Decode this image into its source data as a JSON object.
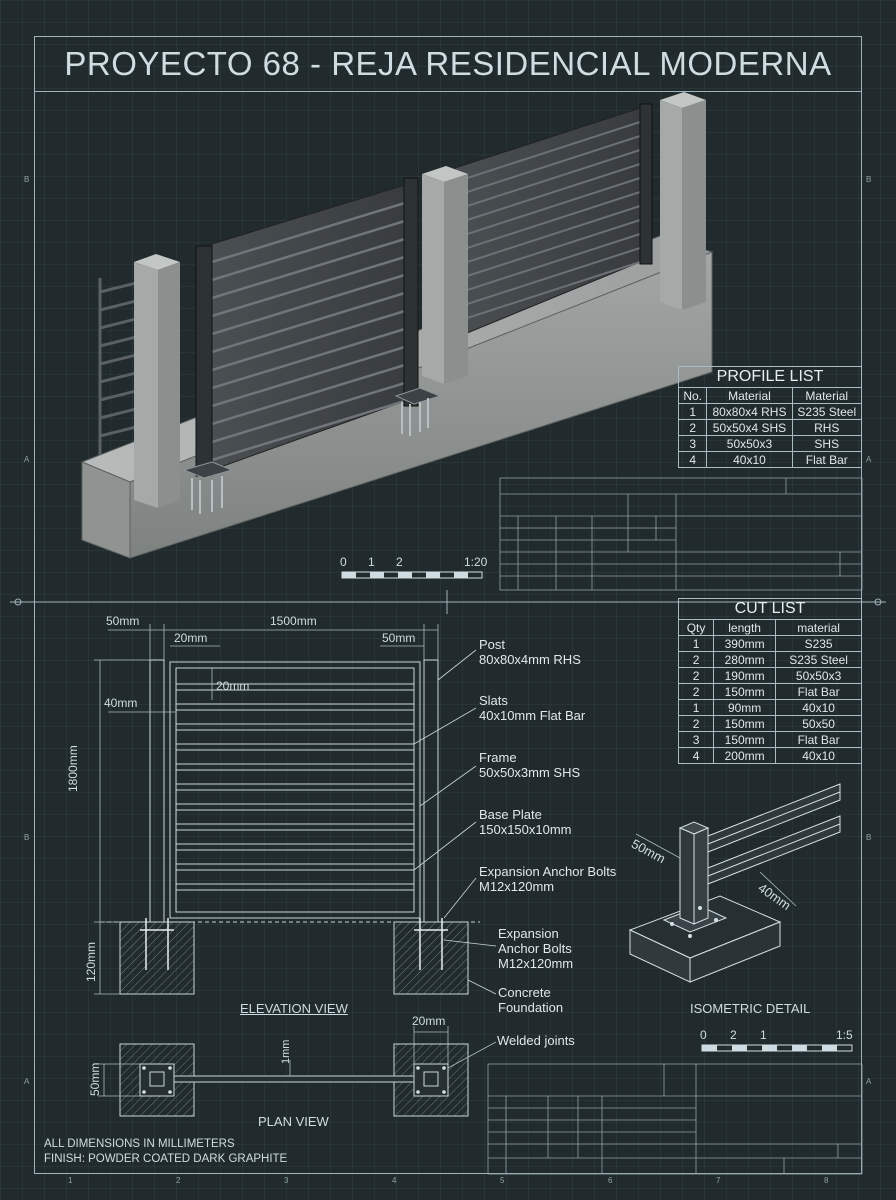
{
  "title": "PROYECTO 68 - REJA RESIDENCIAL MODERNA",
  "profile_list": {
    "title": "PROFILE LIST",
    "headers": [
      "No.",
      "Material",
      "Material"
    ],
    "rows": [
      [
        "1",
        "80x80x4 RHS",
        "S235 Steel"
      ],
      [
        "2",
        "50x50x4 SHS",
        "RHS"
      ],
      [
        "3",
        "50x50x3",
        "SHS"
      ],
      [
        "4",
        "40x10",
        "Flat Bar"
      ]
    ]
  },
  "cut_list": {
    "title": "CUT LIST",
    "headers": [
      "Qty",
      "length",
      "material"
    ],
    "rows": [
      [
        "1",
        "390mm",
        "S235"
      ],
      [
        "2",
        "280mm",
        "S235 Steel"
      ],
      [
        "2",
        "190mm",
        "50x50x3"
      ],
      [
        "2",
        "150mm",
        "Flat Bar"
      ],
      [
        "1",
        "90mm",
        "40x10"
      ],
      [
        "2",
        "150mm",
        "50x50"
      ],
      [
        "3",
        "150mm",
        "Flat Bar"
      ],
      [
        "4",
        "200mm",
        "40x10"
      ]
    ]
  },
  "scale_top": {
    "ticks": [
      "0",
      "1",
      "2"
    ],
    "ratio": "1:20"
  },
  "scale_detail": {
    "ticks": [
      "0",
      "2",
      "1"
    ],
    "ratio": "1:5"
  },
  "dimensions": {
    "post_width": "50mm",
    "total_width": "1500mm",
    "inner_gap": "20mm",
    "frame_width": "50mm",
    "slat_gap": "20mm",
    "slat_offset": "40mm",
    "height": "1800mm",
    "foundation_depth": "120mm",
    "plan_width": "20mm",
    "plan_depth": "50mm",
    "plan_joint": "1mm",
    "detail_a": "50mm",
    "detail_b": "40mm"
  },
  "callouts": {
    "post_title": "Post",
    "post_spec": "80x80x4mm RHS",
    "slats_title": "Slats",
    "slats_spec": "40x10mm Flat Bar",
    "frame_title": "Frame",
    "frame_spec": "50x50x3mm SHS",
    "base_title": "Base Plate",
    "base_spec": "150x150x10mm",
    "anchor_title": "Expansion Anchor Bolts",
    "anchor_spec": "M12x120mm",
    "anchor2_line1": "Expansion",
    "anchor2_line2": "Anchor Bolts",
    "anchor2_spec": "M12x120mm",
    "concrete_line1": "Concrete",
    "concrete_line2": "Foundation",
    "welded": "Welded joints"
  },
  "views": {
    "elevation": "ELEVATION VIEW",
    "plan": "PLAN VIEW",
    "isometric": "ISOMETRIC DETAIL"
  },
  "notes": {
    "line1": "ALL DIMENSIONS IN MILLIMETERS",
    "line2": "FINISH: POWDER COATED DARK GRAPHITE"
  },
  "border_refs": {
    "rows_left": [
      "B",
      "A",
      "B",
      "A"
    ],
    "cols_bottom": [
      "1",
      "2",
      "3",
      "4",
      "5",
      "6",
      "7",
      "8"
    ]
  },
  "colors": {
    "background": "#212a2c",
    "line": "#a9bcc3",
    "text": "#dfe8ec",
    "concrete": "#8a8e8e",
    "metal": "#3a3f42"
  }
}
